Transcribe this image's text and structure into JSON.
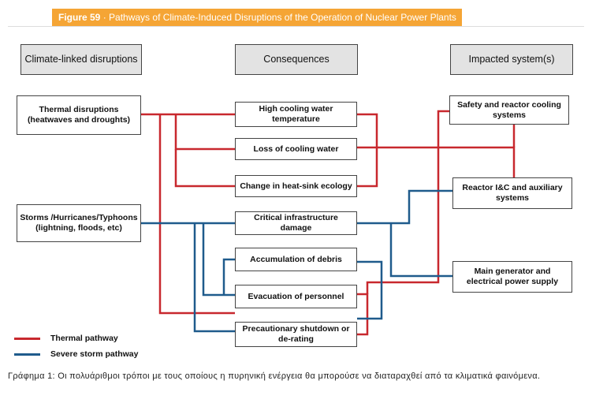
{
  "figure": {
    "label": "Figure 59",
    "separator": " · ",
    "title": "Pathways of Climate-Induced Disruptions of the Operation of Nuclear Power Plants"
  },
  "headers": {
    "disruptions": "Climate-linked disruptions",
    "consequences": "Consequences",
    "systems": "Impacted system(s)"
  },
  "disruptions": {
    "thermal": "Thermal disruptions (heatwaves and droughts)",
    "storms": "Storms /Hurricanes/Typhoons (lightning, floods, etc)"
  },
  "consequences": {
    "high_temp": "High cooling water temperature",
    "loss_cooling": "Loss of cooling water",
    "heat_sink": "Change in heat-sink ecology",
    "infra_damage": "Critical infrastructure damage",
    "debris": "Accumulation of debris",
    "evacuation": "Evacuation of personnel",
    "shutdown": "Precautionary shutdown or de-rating"
  },
  "systems": {
    "safety": "Safety and reactor cooling systems",
    "reactor_ic": "Reactor I&C and auxiliary systems",
    "generator": "Main generator and electrical power supply"
  },
  "legend": {
    "thermal": "Thermal pathway",
    "storm": "Severe storm pathway"
  },
  "colors": {
    "thermal": "#c8282e",
    "storm": "#1f5b8c",
    "title_bar": "#f5a535",
    "header_fill": "#e3e3e3"
  },
  "caption": "Γράφημα 1: Οι πολυάριθμοι τρόποι με τους οποίους η πυρηνική ενέργεια θα μπορούσε να διαταραχθεί από τα κλιματικά φαινόμενα."
}
